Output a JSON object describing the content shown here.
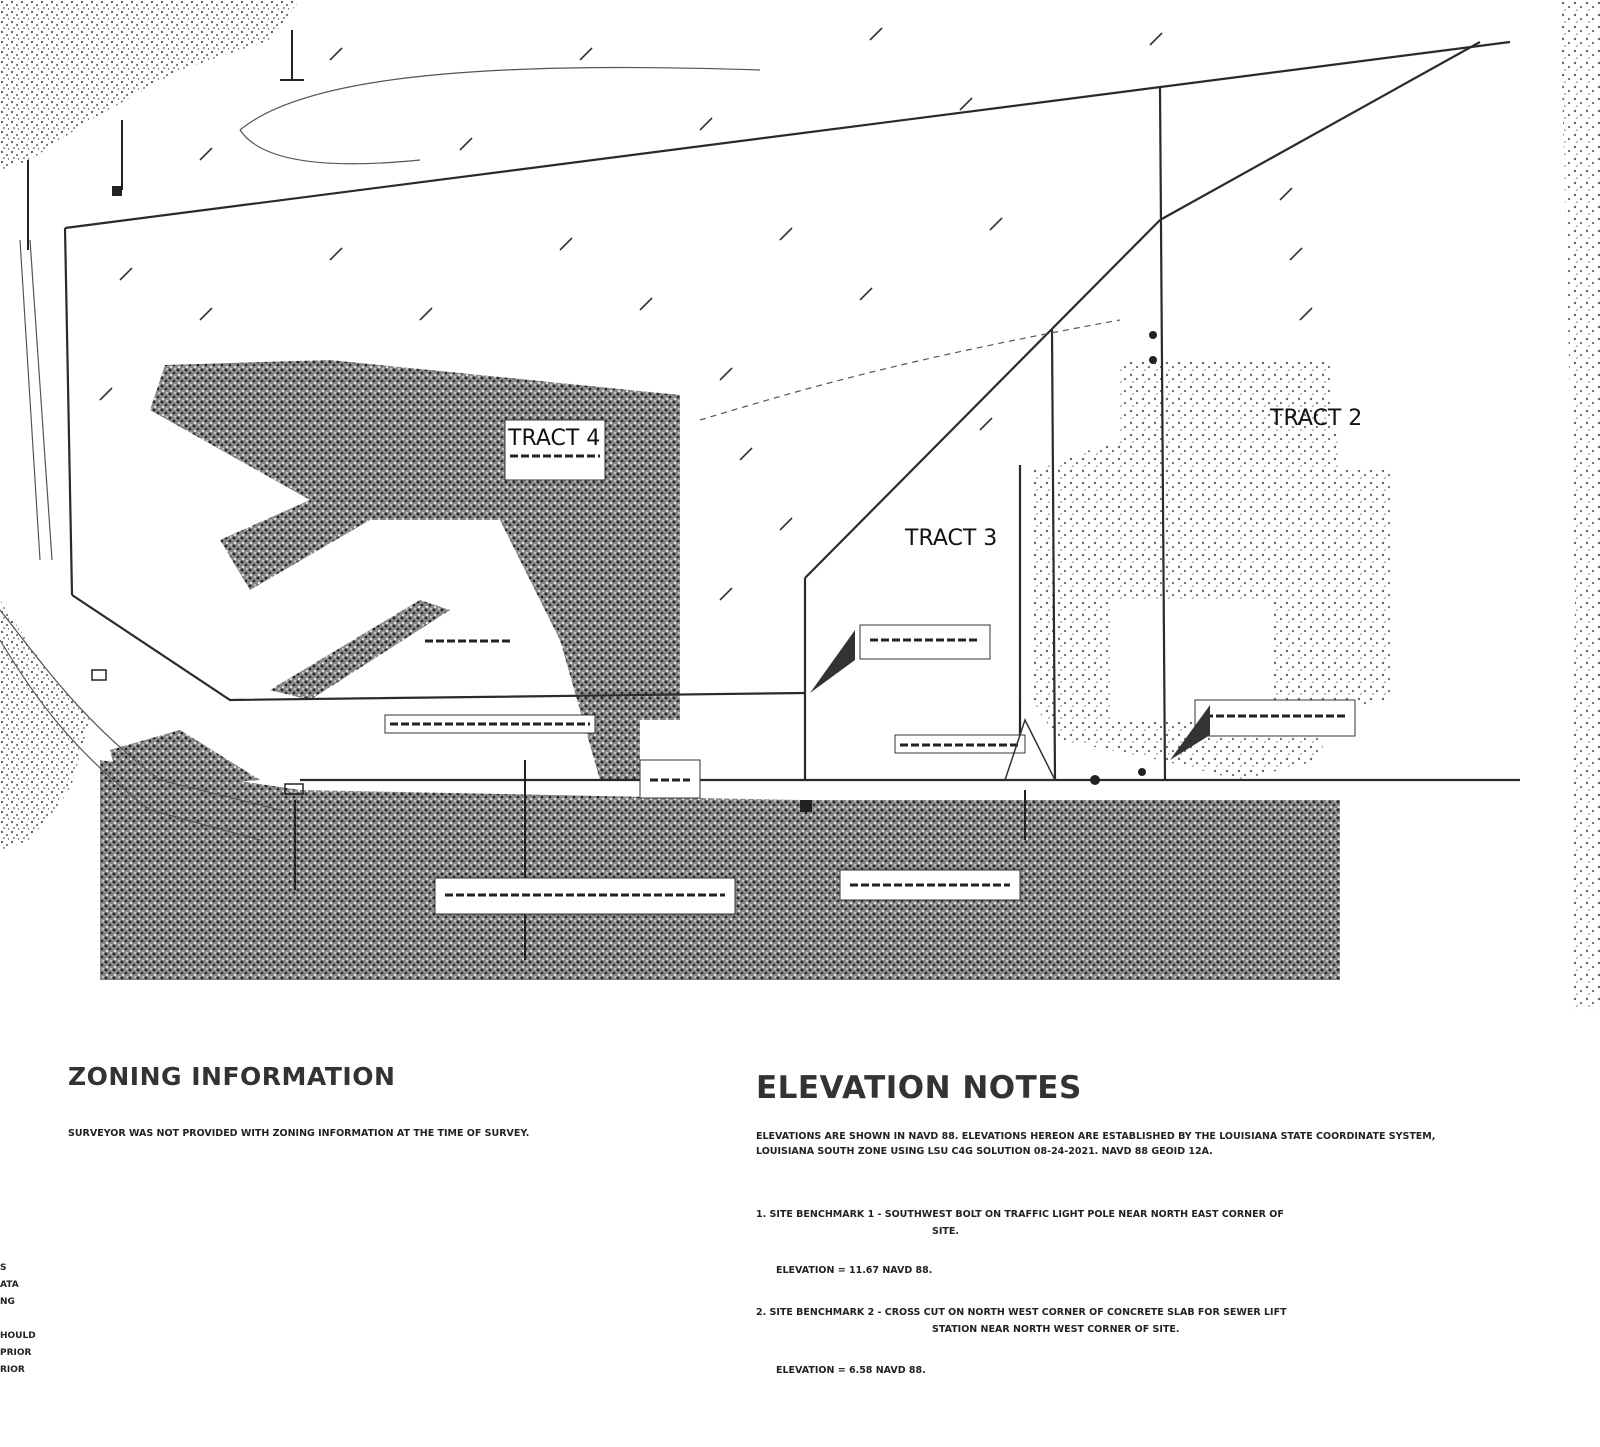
{
  "plan": {
    "tracts": {
      "tract2": "TRACT 2",
      "tract3": "TRACT 3",
      "tract4": "TRACT 4"
    },
    "colors": {
      "line": "#2a2a2a",
      "stipple": "#555555",
      "background": "#ffffff"
    }
  },
  "zoning": {
    "title": "ZONING INFORMATION",
    "text": "SURVEYOR WAS NOT PROVIDED WITH ZONING INFORMATION AT THE TIME OF SURVEY."
  },
  "elevation": {
    "title": "ELEVATION NOTES",
    "text": "ELEVATIONS ARE SHOWN IN NAVD 88. ELEVATIONS HEREON ARE ESTABLISHED BY THE LOUISIANA STATE COORDINATE SYSTEM, LOUISIANA SOUTH ZONE USING LSU C4G SOLUTION 08-24-2021. NAVD 88 GEOID 12A.",
    "benchmark1_head": "1. SITE BENCHMARK 1 - SOUTHWEST BOLT ON TRAFFIC LIGHT POLE NEAR NORTH EAST CORNER OF",
    "benchmark1_cont": "SITE.",
    "benchmark1_elev": "ELEVATION = 11.67 NAVD 88.",
    "benchmark2_head": "2. SITE BENCHMARK 2 - CROSS CUT ON NORTH WEST CORNER OF CONCRETE SLAB FOR SEWER LIFT",
    "benchmark2_cont": "STATION NEAR NORTH WEST CORNER OF SITE.",
    "benchmark2_elev": "ELEVATION = 6.58 NAVD 88."
  },
  "fragment": [
    "S",
    "ATA",
    "NG",
    "",
    "HOULD",
    "PRIOR",
    "RIOR"
  ]
}
